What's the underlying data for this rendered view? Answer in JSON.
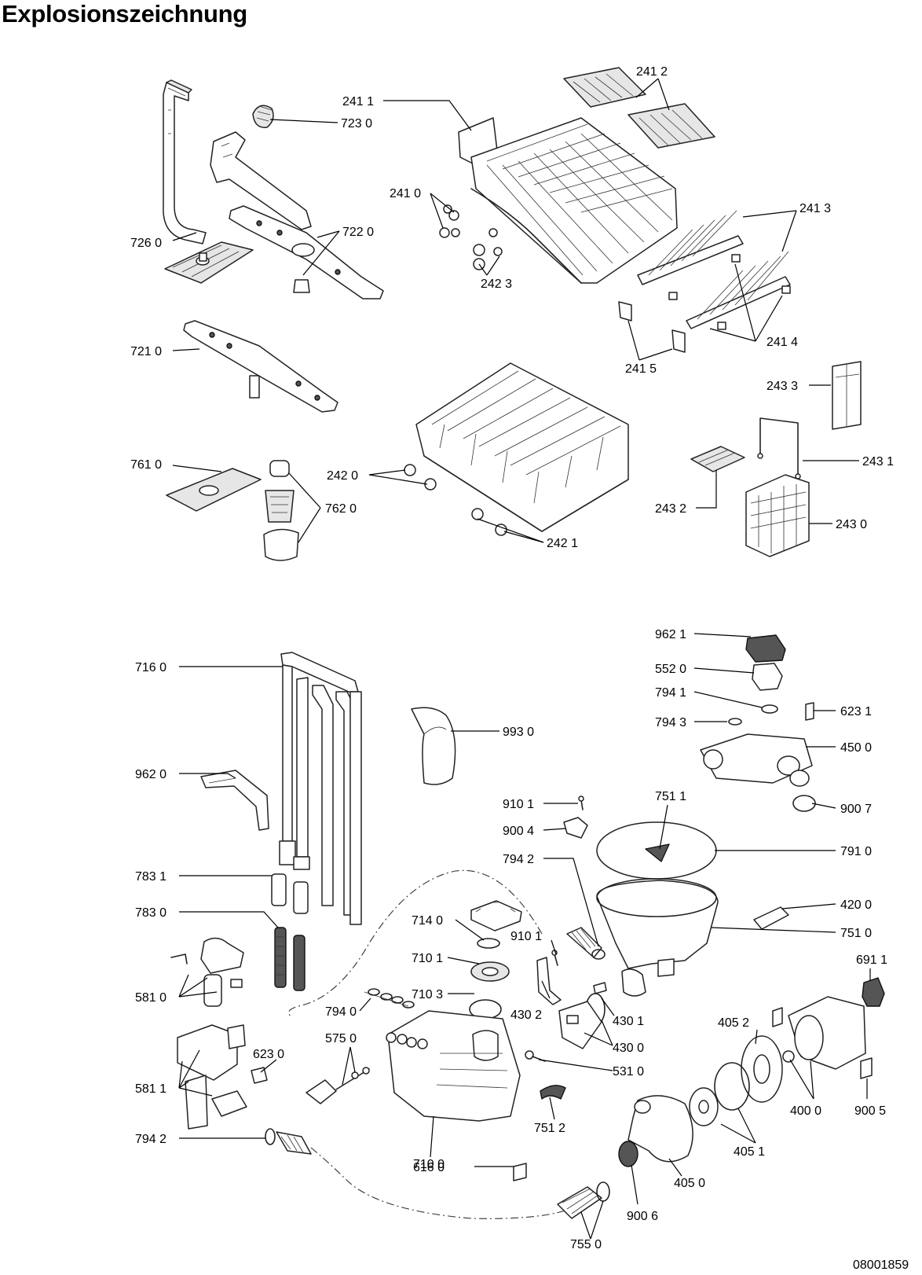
{
  "title": "Explosionszeichnung",
  "document_number": "08001859",
  "labels": {
    "p2411": "241 1",
    "p2412": "241 2",
    "p7230": "723 0",
    "p2410": "241 0",
    "p2413": "241 3",
    "p7220": "722 0",
    "p7260": "726 0",
    "p2423": "242 3",
    "p2414": "241 4",
    "p2415": "241 5",
    "p7210": "721 0",
    "p2433": "243 3",
    "p7610": "761 0",
    "p2420": "242 0",
    "p2431": "243 1",
    "p7620": "762 0",
    "p2432": "243 2",
    "p2430": "243 0",
    "p2421": "242 1",
    "p9621": "962 1",
    "p5520": "552 0",
    "p7941": "794 1",
    "p6231": "623 1",
    "p7943": "794 3",
    "p4500": "450 0",
    "p7160": "716 0",
    "p9930": "993 0",
    "p9620": "962 0",
    "p9007": "900 7",
    "p9101a": "910 1",
    "p7511": "751 1",
    "p9004": "900 4",
    "p7942a": "794 2",
    "p7910": "791 0",
    "p7831": "783 1",
    "p4200": "420 0",
    "p7830": "783 0",
    "p7140": "714 0",
    "p9101b": "910 1",
    "p7510": "751 0",
    "p7101": "710 1",
    "p6911": "691 1",
    "p5810": "581 0",
    "p7103": "710 3",
    "p4302": "430 2",
    "p4301": "430 1",
    "p7940": "794 0",
    "p4052": "405 2",
    "p5750": "575 0",
    "p4300": "430 0",
    "p6230": "623 0",
    "p5310": "531 0",
    "p5811": "581 1",
    "p4000": "400 0",
    "p9005": "900 5",
    "p7512": "751 2",
    "p4051": "405 1",
    "p7100": "710 0",
    "p7942b": "794 2",
    "p6160": "616 0",
    "p4050": "405 0",
    "p9006": "900 6",
    "p7550": "755 0"
  }
}
